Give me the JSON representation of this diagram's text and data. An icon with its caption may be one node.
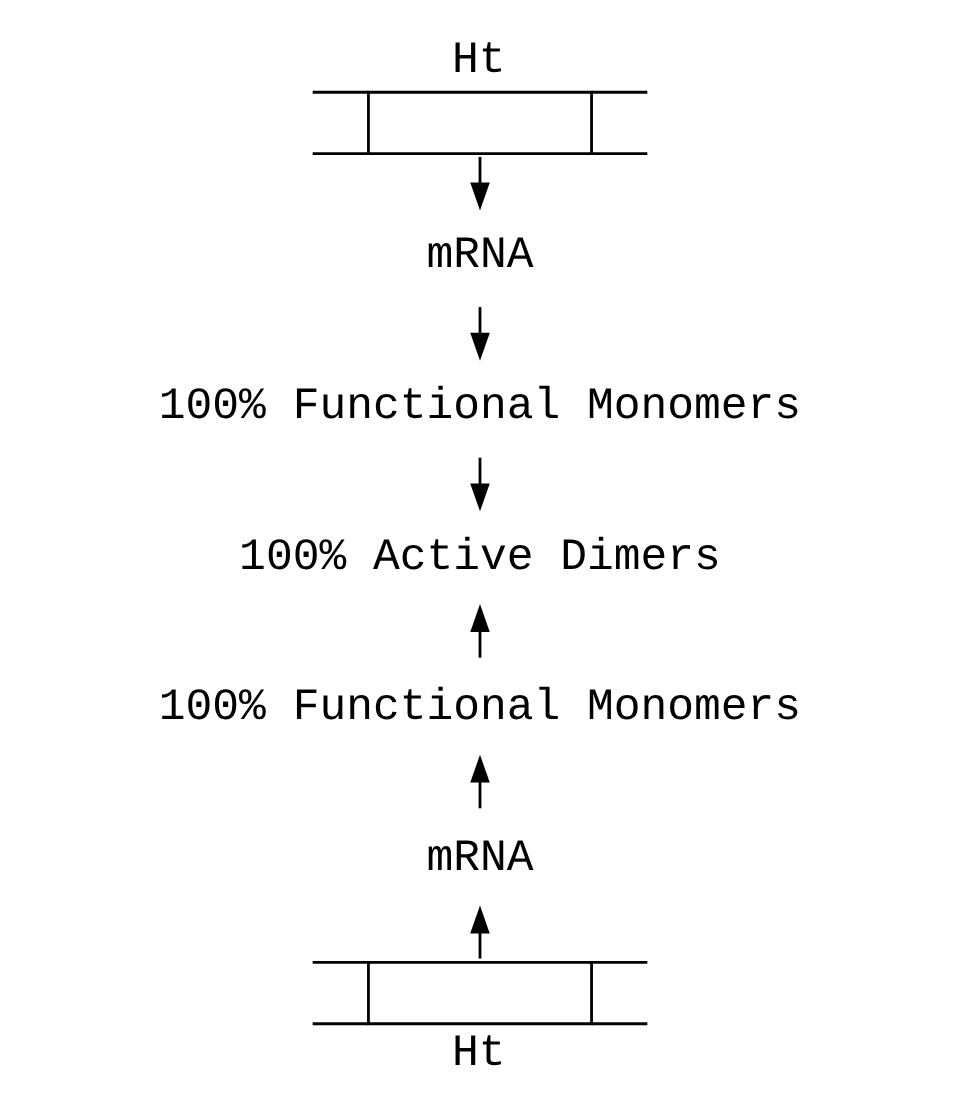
{
  "diagram": {
    "nodes": [
      {
        "text": [
          "Ht"
        ]
      },
      {
        "text": [
          "mRNA"
        ]
      },
      {
        "text": [
          "100% Functional Monomers"
        ]
      },
      {
        "text": [
          "100% Active Dimers"
        ]
      },
      {
        "text": [
          "100% Functional Monomers"
        ]
      },
      {
        "text": [
          "mRNA"
        ]
      },
      {
        "text": [
          "Ht"
        ]
      }
    ],
    "edges": [
      {
        "from": 0,
        "to": 1,
        "arrow": "to"
      },
      {
        "from": 1,
        "to": 2,
        "arrow": "to"
      },
      {
        "from": 2,
        "to": 3,
        "arrow": "to"
      },
      {
        "from": 4,
        "to": 3,
        "arrow": "to"
      },
      {
        "from": 5,
        "to": 4,
        "arrow": "to"
      },
      {
        "from": 6,
        "to": 5,
        "arrow": "to"
      }
    ]
  }
}
